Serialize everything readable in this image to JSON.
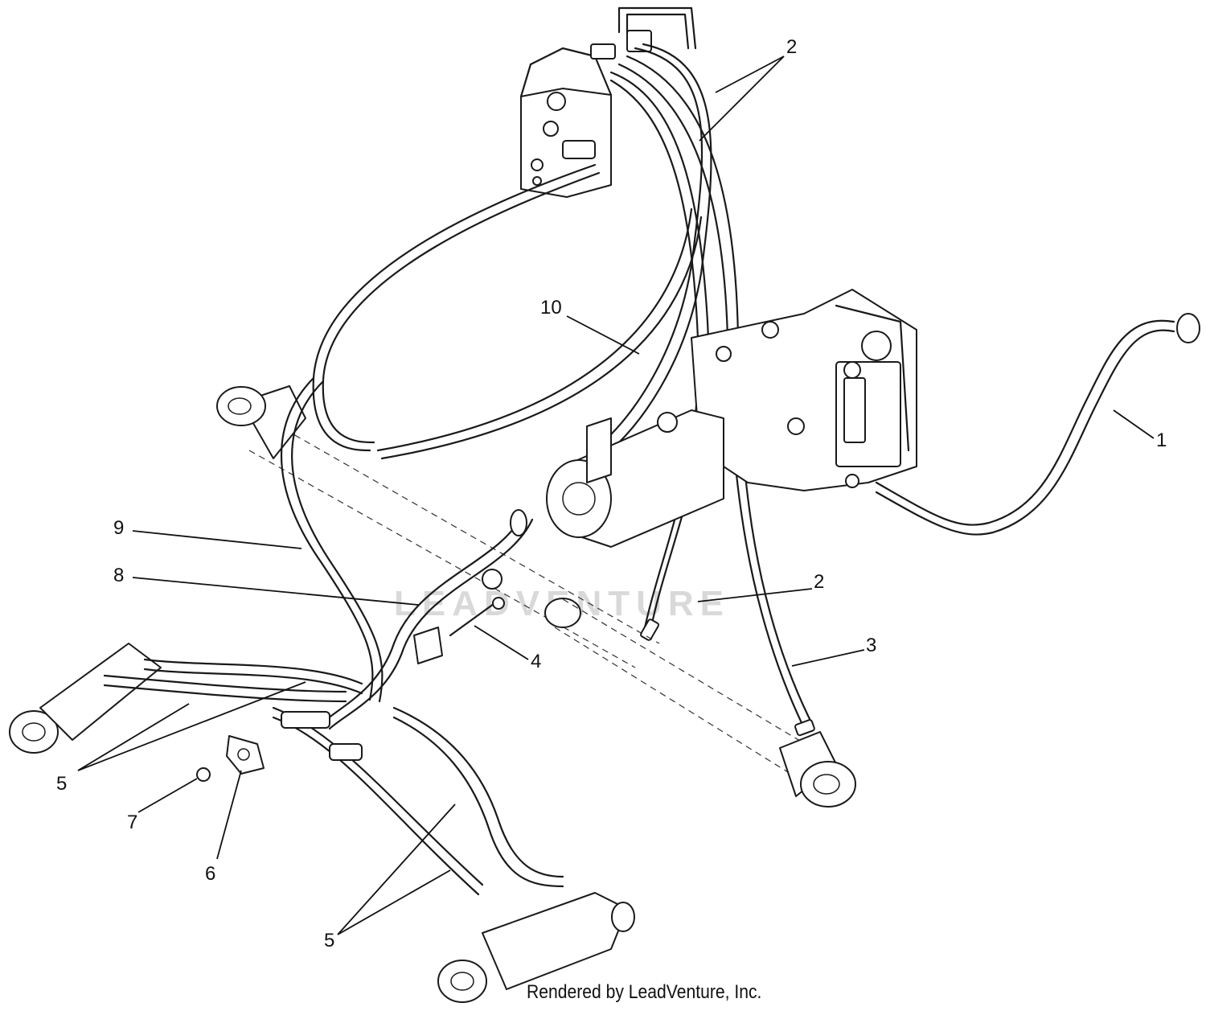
{
  "callouts": [
    {
      "id": "c1",
      "label": "1"
    },
    {
      "id": "c2a",
      "label": "2"
    },
    {
      "id": "c2b",
      "label": "2"
    },
    {
      "id": "c3",
      "label": "3"
    },
    {
      "id": "c4",
      "label": "4"
    },
    {
      "id": "c5a",
      "label": "5"
    },
    {
      "id": "c5b",
      "label": "5"
    },
    {
      "id": "c6",
      "label": "6"
    },
    {
      "id": "c7",
      "label": "7"
    },
    {
      "id": "c8",
      "label": "8"
    },
    {
      "id": "c9",
      "label": "9"
    },
    {
      "id": "c10",
      "label": "10"
    }
  ],
  "watermark": "LEADVENTURE",
  "footer": "Rendered by LeadVenture, Inc."
}
